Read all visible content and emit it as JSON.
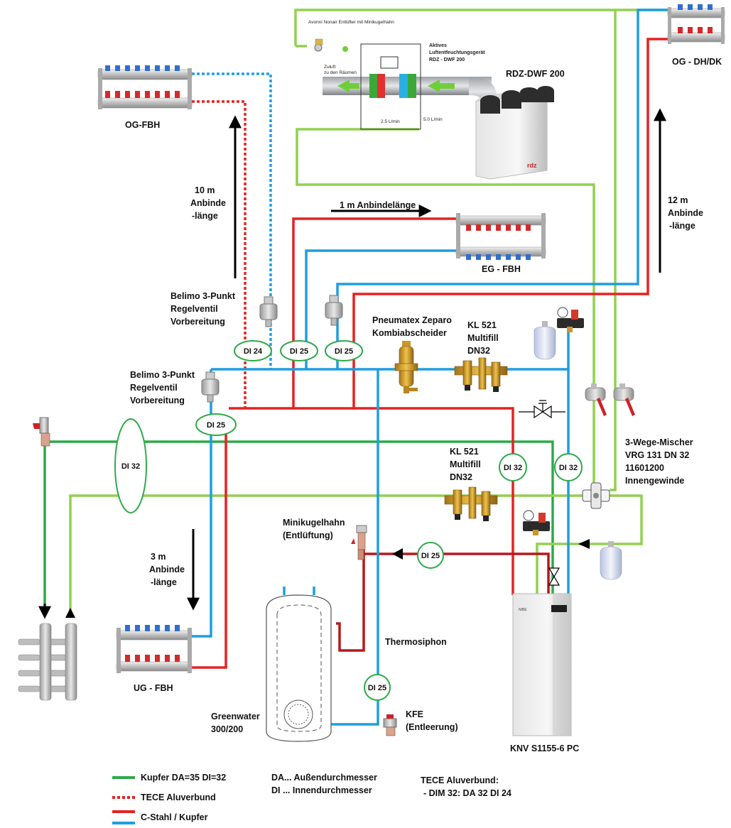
{
  "labels": {
    "og_fbh": "OG-FBH",
    "og_dh": "OG - DH/DK",
    "eg_fbh": "EG - FBH",
    "ug_fbh": "UG - FBH",
    "rdz_title": "RDZ-DWF 200",
    "avonni": "Avonni Nonair Entlüfter mit Minikugelhahn",
    "aktives_1": "Aktives",
    "aktives_2": "Luftentfeuchtungsgerät",
    "aktives_3": "RDZ - DWF 200",
    "zuluft_1": "Zuluft",
    "zuluft_2": "zu den Räumen",
    "flow_1": "2.5 L/min",
    "flow_2": "5.0 L/min",
    "rdz_brand": "rdz",
    "len10_1": "10 m",
    "len10_2": "Anbinde",
    "len10_3": "-länge",
    "len1": "1 m Anbindelänge",
    "len12_1": "12 m",
    "len12_2": "Anbinde",
    "len12_3": "-länge",
    "len3_1": "3 m",
    "len3_2": "Anbinde",
    "len3_3": "-länge",
    "belimo1_1": "Belimo 3-Punkt",
    "belimo1_2": "Regelventil",
    "belimo1_3": "Vorbereitung",
    "belimo2_1": "Belimo 3-Punkt",
    "belimo2_2": "Regelventil",
    "belimo2_3": "Vorbereitung",
    "pneu_1": "Pneumatex Zeparo",
    "pneu_2": "Kombiabscheider",
    "kl1_1": "KL 521",
    "kl1_2": "Multifill",
    "kl1_3": "DN32",
    "kl2_1": "KL 521",
    "kl2_2": "Multifill",
    "kl2_3": "DN32",
    "mischer_1": "3-Wege-Mischer",
    "mischer_2": "VRG 131 DN 32",
    "mischer_3": "11601200",
    "mischer_4": "Innengewinde",
    "mini_1": "Minikugelhahn",
    "mini_2": "(Entlüftung)",
    "thermo": "Thermosiphon",
    "green_1": "Greenwater",
    "green_2": "300/200",
    "kfe_1": "KFE",
    "kfe_2": "(Entleerung)",
    "knv": "KNV S1155-6 PC",
    "knv_brand": "NIBE"
  },
  "badges": {
    "di24": "DI 24",
    "di25_a": "DI 25",
    "di25_b": "DI 25",
    "di25_c": "DI 25",
    "di32_big": "DI 32",
    "di32_a": "DI 32",
    "di32_b": "DI 32",
    "di25_d": "DI 25",
    "di25_e": "DI 25"
  },
  "legend": {
    "kupfer": "Kupfer DA=35  DI=32",
    "tece": "TECE Aluverbund",
    "cstahl": "C-Stahl / Kupfer",
    "da": "DA... Außendurchmesser",
    "di": "DI ... Innendurchmesser",
    "tece_h": "TECE Aluverbund:",
    "tece_v": "- DIM 32: DA 32  DI 24"
  },
  "colors": {
    "copper_green": "#2eaa4a",
    "light_green": "#92d050",
    "red": "#e52222",
    "dark_red": "#b5191c",
    "blue": "#1e9ee0"
  }
}
